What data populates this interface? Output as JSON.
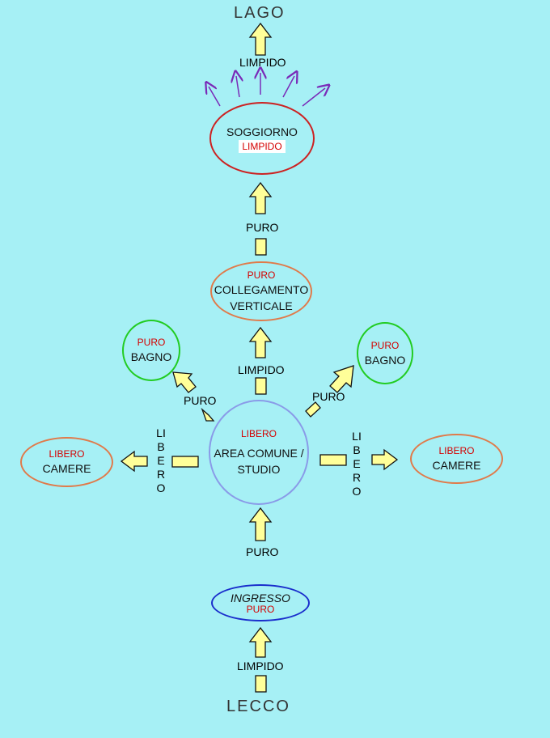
{
  "top_label": "LAGO",
  "bottom_label": "LECCO",
  "nodes": {
    "soggiorno": {
      "name": "SOGGIORNO",
      "quality": "LIMPIDO"
    },
    "collegamento": {
      "quality": "PURO",
      "line1": "COLLEGAMENTO",
      "line2": "VERTICALE"
    },
    "bagno_left": {
      "quality": "PURO",
      "name": "BAGNO"
    },
    "bagno_right": {
      "quality": "PURO",
      "name": "BAGNO"
    },
    "area": {
      "quality": "LIBERO",
      "line1": "AREA COMUNE /",
      "line2": "STUDIO"
    },
    "camere_left": {
      "quality": "LIBERO",
      "name": "CAMERE"
    },
    "camere_right": {
      "quality": "LIBERO",
      "name": "CAMERE"
    },
    "ingresso": {
      "name": "INGRESSO",
      "quality": "PURO"
    }
  },
  "edges": {
    "lago_soggiorno": "LIMPIDO",
    "collegamento_soggiorno": "PURO",
    "area_collegamento": "LIMPIDO",
    "area_bagno_left": "PURO",
    "area_bagno_right": "PURO",
    "area_camere_left": "LIBERO",
    "area_camere_right": "LIBERO",
    "ingresso_area": "PURO",
    "lecco_ingresso": "LIMPIDO"
  },
  "colors": {
    "background": "#a6f0f5",
    "arrow_fill": "#ffff99",
    "red_ring": "#cc2222",
    "orange_ring": "#e07a4a",
    "green_ring": "#22cc22",
    "blue_ring": "#1a2ecc",
    "area_ring": "#8a9be8",
    "purple_arrows": "#7a2ab8",
    "quality_text": "#d40000"
  }
}
